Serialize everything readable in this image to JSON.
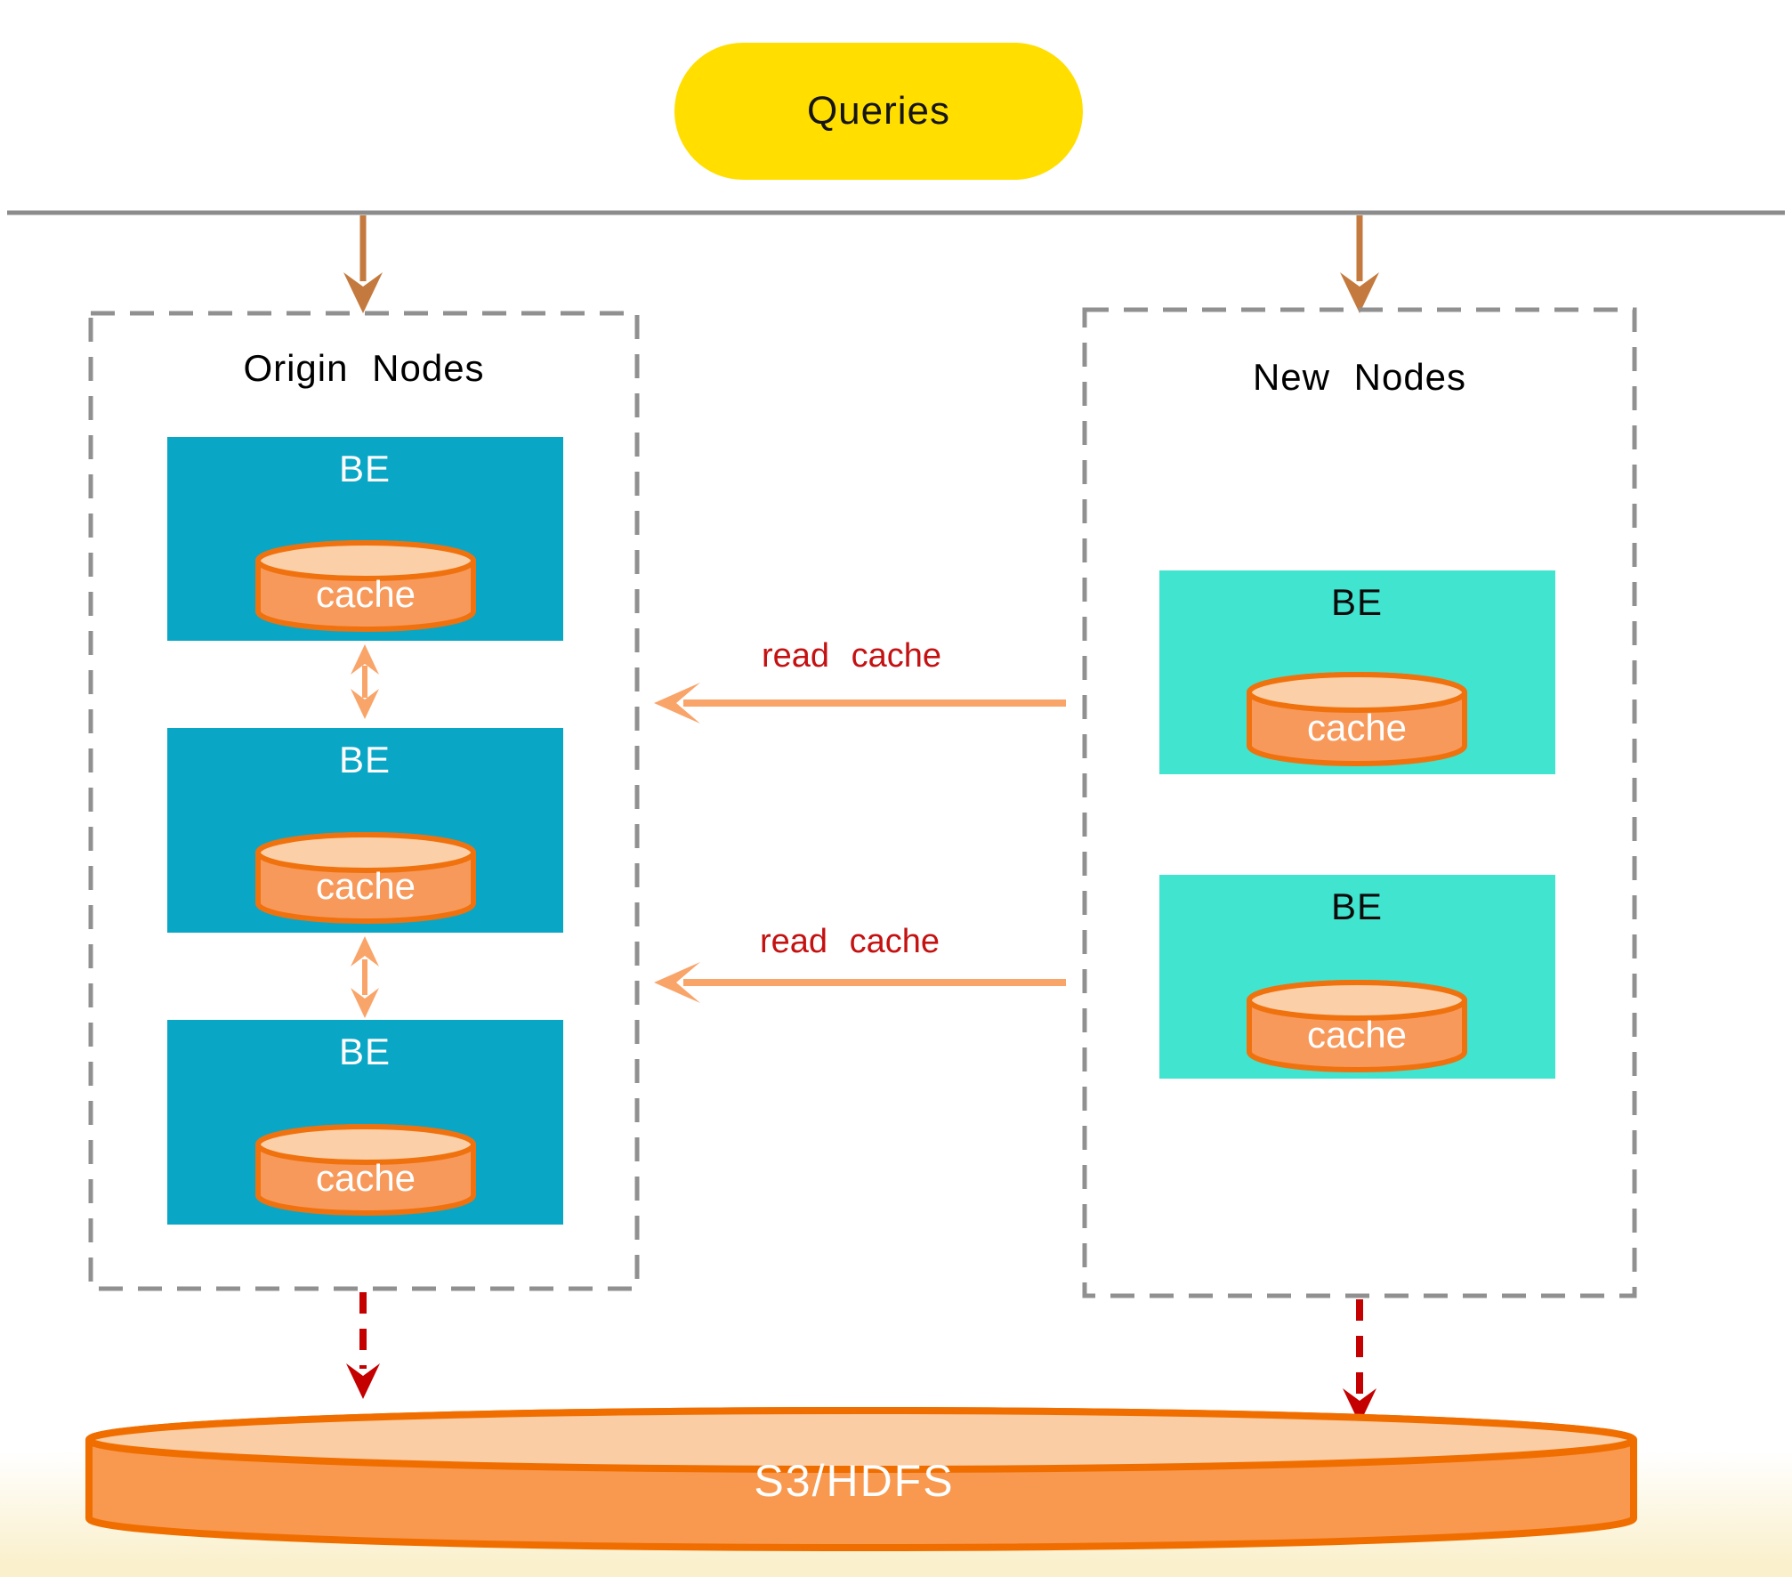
{
  "queries": {
    "label": "Queries"
  },
  "origin_group": {
    "title": "Origin Nodes",
    "nodes": [
      {
        "label": "BE",
        "cache_label": "cache"
      },
      {
        "label": "BE",
        "cache_label": "cache"
      },
      {
        "label": "BE",
        "cache_label": "cache"
      }
    ]
  },
  "new_group": {
    "title": "New Nodes",
    "nodes": [
      {
        "label": "BE",
        "cache_label": "cache"
      },
      {
        "label": "BE",
        "cache_label": "cache"
      }
    ]
  },
  "read_cache": {
    "labels": [
      "read cache",
      "read cache"
    ]
  },
  "storage": {
    "label": "S3/HDFS"
  },
  "colors": {
    "queries_bg": "#FFDE00",
    "bus_line": "#8C8C8C",
    "frame_gray": "#909090",
    "query_arrow": "#C47A3E",
    "origin_be": "#0AA6C6",
    "new_be": "#41E4CF",
    "cache_body": "#F8995C",
    "cache_top": "#FBD0A8",
    "cache_border": "#F0720E",
    "storage_body": "#F8994F",
    "storage_top": "#FACDA4",
    "storage_border": "#F06E00",
    "read_cache_arrow": "#F9A469",
    "read_cache_text": "#C41111",
    "storage_arrow": "#C40000",
    "bottom_glow": "#FAF0CC"
  }
}
